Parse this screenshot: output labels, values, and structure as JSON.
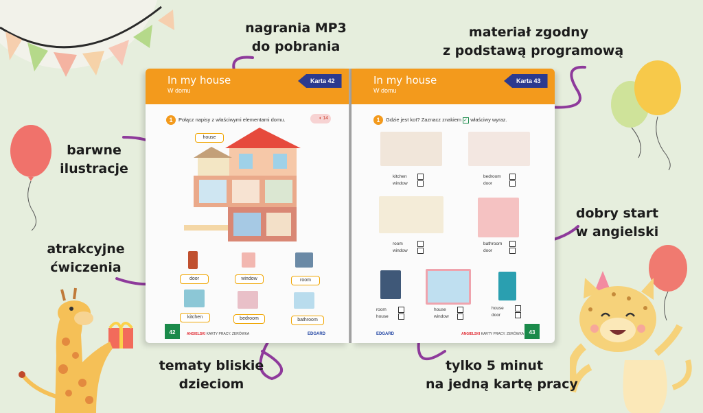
{
  "callouts": {
    "mp3": [
      "nagrania MP3",
      "do pobrania"
    ],
    "material": [
      "materiał zgodny",
      "z podstawą programową"
    ],
    "illustrations": [
      "barwne",
      "ilustracje"
    ],
    "exercises": [
      "atrakcyjne",
      "ćwiczenia"
    ],
    "start": [
      "dobry start",
      "w angielski"
    ],
    "topics": [
      "tematy bliskie",
      "dzieciom"
    ],
    "time": [
      "tylko 5 minut",
      "na jedną kartę pracy"
    ]
  },
  "left_page": {
    "title": "In my house",
    "subtitle": "W domu",
    "karta": "Karta 42",
    "exercise_number": "1",
    "instruction": "Połącz napisy z właściwymi elementami domu.",
    "audio_track": "14",
    "labels": [
      "house",
      "door",
      "window",
      "room",
      "kitchen",
      "bedroom",
      "bathroom"
    ],
    "page_number": "42",
    "footer": "KARTY PRACY. ZERÓWKA",
    "brand": "EDGARD"
  },
  "right_page": {
    "title": "In my house",
    "subtitle": "W domu",
    "karta": "Karta 43",
    "exercise_number": "1",
    "instruction": "Gdzie jest kot? Zaznacz znakiem",
    "instruction_end": "właściwy wyraz.",
    "pairs": [
      [
        "kitchen",
        "window"
      ],
      [
        "bedroom",
        "door"
      ],
      [
        "room",
        "window"
      ],
      [
        "bathroom",
        "door"
      ],
      [
        "room",
        "house"
      ],
      [
        "house",
        "window"
      ],
      [
        "house",
        "door"
      ]
    ],
    "page_number": "43",
    "footer": "KARTY PRACY. ZERÓWKA",
    "brand": "EDGARD"
  },
  "colors": {
    "background": "#e6eedd",
    "header_orange": "#f39a1c",
    "karta_blue": "#2b3a8f",
    "arrow_purple": "#8e3a9b",
    "page_green": "#1a8a4a"
  }
}
